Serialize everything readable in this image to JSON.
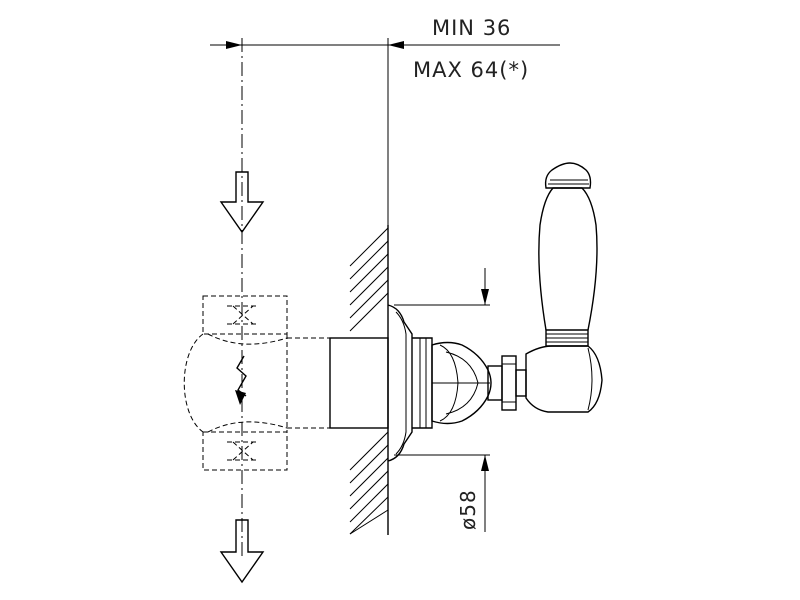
{
  "dimensions": {
    "min_label": "MIN 36",
    "max_label": "MAX 64(*)",
    "diameter_label": "ø58"
  },
  "colors": {
    "line": "#000000",
    "background": "#ffffff"
  }
}
